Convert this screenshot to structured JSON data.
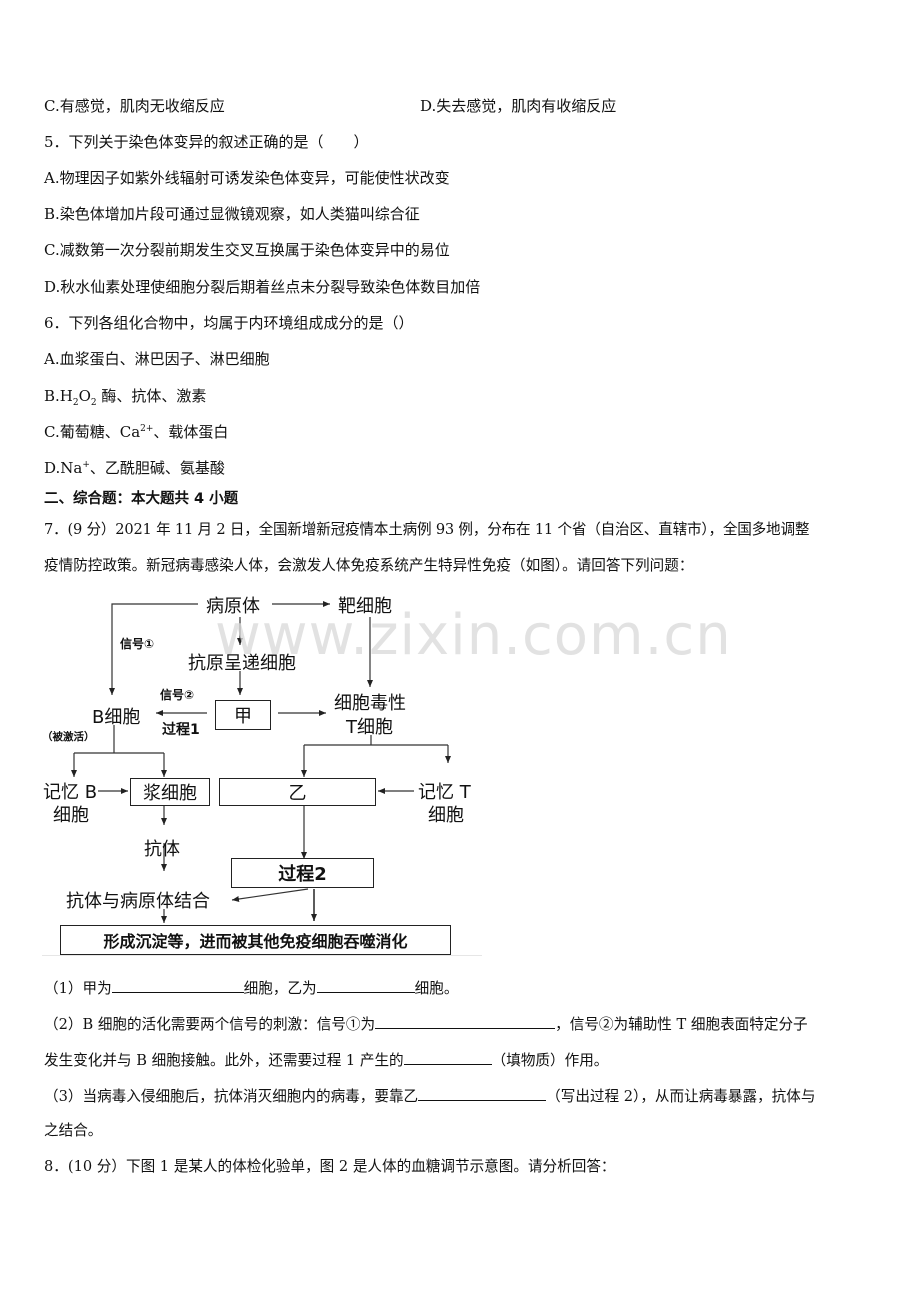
{
  "q4_options_tail": {
    "c": "C.有感觉，肌肉无收缩反应",
    "d": "D.失去感觉，肌肉有收缩反应"
  },
  "q5": {
    "stem": "5．下列关于染色体变异的叙述正确的是（　　）",
    "options": [
      "A.物理因子如紫外线辐射可诱发染色体变异，可能使性状改变",
      "B.染色体增加片段可通过显微镜观察，如人类猫叫综合征",
      "C.减数第一次分裂前期发生交叉互换属于染色体变异中的易位",
      "D.秋水仙素处理使细胞分裂后期着丝点未分裂导致染色体数目加倍"
    ]
  },
  "q6": {
    "stem": "6．下列各组化合物中，均属于内环境组成成分的是（）",
    "option_a": "A.血浆蛋白、淋巴因子、淋巴细胞",
    "option_b": {
      "prefix": "B.H",
      "sub1": "2",
      "mid": "O",
      "sub2": "2",
      "suffix": " 酶、抗体、激素"
    },
    "option_c": {
      "prefix": "C.葡萄糖、Ca",
      "sup": "2+",
      "suffix": "、载体蛋白"
    },
    "option_d": {
      "prefix": "D.Na",
      "sup": "+",
      "suffix": "、乙酰胆碱、氨基酸"
    }
  },
  "section2": {
    "heading": "二、综合题：本大题共 4 小题"
  },
  "q7": {
    "stem_line1": "7．(9 分）2021 年 11 月 2 日，全国新增新冠疫情本土病例 93 例，分布在 11 个省（自治区、直辖市），全国多地调整",
    "stem_line2": "疫情防控政策。新冠病毒感染人体，会激发人体免疫系统产生特异性免疫（如图）。请回答下列问题：",
    "diagram": {
      "pathogen": "病原体",
      "target_cell": "靶细胞",
      "signal1": "信号①",
      "apc": "抗原呈递细胞",
      "signal2": "信号②",
      "process1": "过程1",
      "jia": "甲",
      "b_cell": "B细胞",
      "activated": "（被激活）",
      "ctl_line1": "细胞毒性",
      "ctl_line2": "T细胞",
      "memory_b_line1": "记忆 B",
      "memory_b_line2": "细胞",
      "plasma_cell": "浆细胞",
      "yi": "乙",
      "memory_t_line1": "记忆 T",
      "memory_t_line2": "细胞",
      "antibody": "抗体",
      "process2": "过程2",
      "binding": "抗体与病原体结合",
      "final": "形成沉淀等，进而被其他免疫细胞吞噬消化"
    },
    "watermark": "www.zixin.com.cn",
    "sub1": {
      "a": "（1）甲为",
      "b": "细胞，乙为",
      "c": "细胞。"
    },
    "sub2": {
      "a": "（2）B 细胞的活化需要两个信号的刺激：信号①为",
      "b": "，信号②为辅助性 T 细胞表面特定分子",
      "c": "发生变化并与 B 细胞接触。此外，还需要过程 1 产生的",
      "d": "（填物质）作用。"
    },
    "sub3": {
      "a": "（3）当病毒入侵细胞后，抗体消灭细胞内的病毒，要靠乙",
      "b": "（写出过程 2），从而让病毒暴露，抗体与",
      "c": "之结合。"
    }
  },
  "q8": {
    "stem": "8．(10 分）下图 1 是某人的体检化验单，图 2 是人体的血糖调节示意图。请分析回答："
  }
}
